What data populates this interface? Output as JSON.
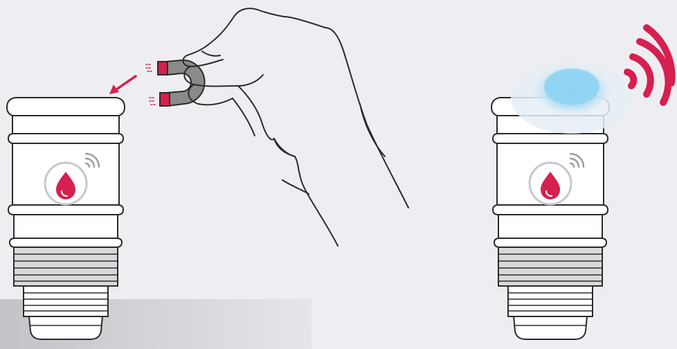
{
  "illustration": {
    "colors": {
      "background": "#eeeef2",
      "line": "#2a2a2a",
      "device_fill": "#ffffff",
      "thread_fill": "#d9d9dc",
      "accent": "#d6204f",
      "magnet_gray": "#8a8a8a",
      "glow": "#8fd3f3",
      "signal_gray": "#9a9a9a",
      "shadow": "#c9c9cc"
    },
    "left_device": {
      "icon": "water-drop-icon",
      "status": "magnet-applied"
    },
    "right_device": {
      "icon": "water-drop-icon",
      "led": "blue-glow",
      "status": "transmitting"
    },
    "hand_tool": "horseshoe-magnet",
    "arrow": "arrow-down-left-icon"
  }
}
